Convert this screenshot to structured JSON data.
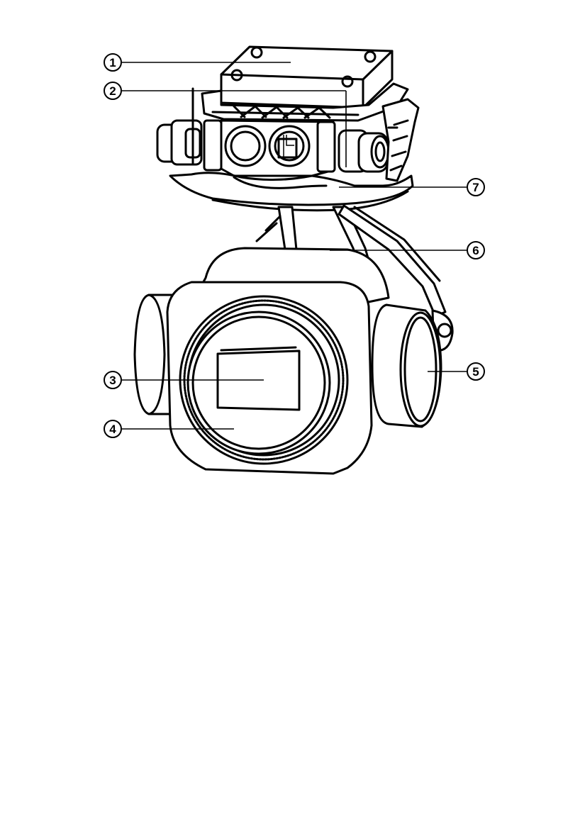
{
  "diagram": {
    "callouts": [
      {
        "id": "c1",
        "number": "1"
      },
      {
        "id": "c2",
        "number": "2"
      },
      {
        "id": "c3",
        "number": "3"
      },
      {
        "id": "c4",
        "number": "4"
      },
      {
        "id": "c5",
        "number": "5"
      },
      {
        "id": "c6",
        "number": "6"
      },
      {
        "id": "c7",
        "number": "7"
      }
    ],
    "colors": {
      "line": "#000000",
      "background": "#ffffff"
    }
  }
}
